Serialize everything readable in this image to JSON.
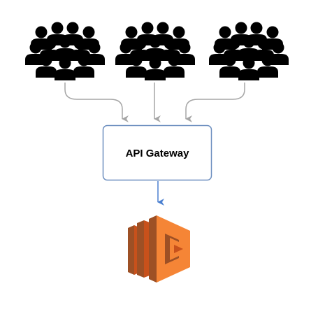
{
  "diagram": {
    "nodes": {
      "crowd_left": {
        "icon": "crowd-icon"
      },
      "crowd_center": {
        "icon": "crowd-icon"
      },
      "crowd_right": {
        "icon": "crowd-icon"
      },
      "gateway": {
        "label": "API Gateway"
      },
      "lambda": {
        "icon": "aws-lambda-icon"
      }
    },
    "edges": [
      {
        "from": "crowd_left",
        "to": "gateway"
      },
      {
        "from": "crowd_center",
        "to": "gateway"
      },
      {
        "from": "crowd_right",
        "to": "gateway"
      },
      {
        "from": "gateway",
        "to": "lambda"
      }
    ],
    "colors": {
      "crowd": "#000000",
      "client_arrows": "#a6a6a6",
      "gateway_border": "#6c8ebf",
      "gateway_fill": "#ffffff",
      "lambda_arrow": "#4a7fd0",
      "lambda_dark": "#9d5025",
      "lambda_mid": "#c8511b",
      "lambda_light": "#f58536"
    }
  }
}
